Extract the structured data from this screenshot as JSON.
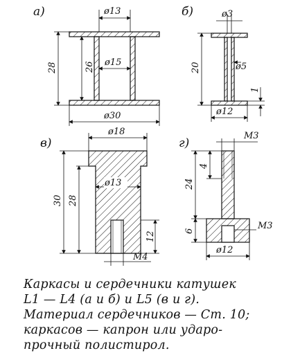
{
  "panels": {
    "a": {
      "label": "а)",
      "dims": {
        "top_width": "ø13",
        "inner_diameter": "ø15",
        "height_outer": "28",
        "height_inner": "26",
        "base_width": "ø30"
      }
    },
    "b": {
      "label": "б)",
      "dims": {
        "top_width": "ø3",
        "diameter": "ø5",
        "height": "20",
        "flange": "1",
        "base_width": "ø12"
      }
    },
    "v": {
      "label": "в)",
      "dims": {
        "top_width": "ø18",
        "inner_diameter": "ø13",
        "height_outer": "30",
        "height_inner": "28",
        "thread_depth": "12",
        "thread": "M4"
      }
    },
    "g": {
      "label": "г)",
      "dims": {
        "thread_top": "M3",
        "thread_len": "4",
        "rod_height": "24",
        "base_height": "6",
        "thread_bottom": "M3",
        "base_width": "ø12"
      }
    }
  },
  "caption": [
    "Каркасы и сердечники катушек",
    "L1 — L4 (а и б) и L5 (в и г).",
    "Материал сердечников — Ст. 10;",
    "каркасов — капрон или ударо-",
    "прочный полистирол."
  ]
}
